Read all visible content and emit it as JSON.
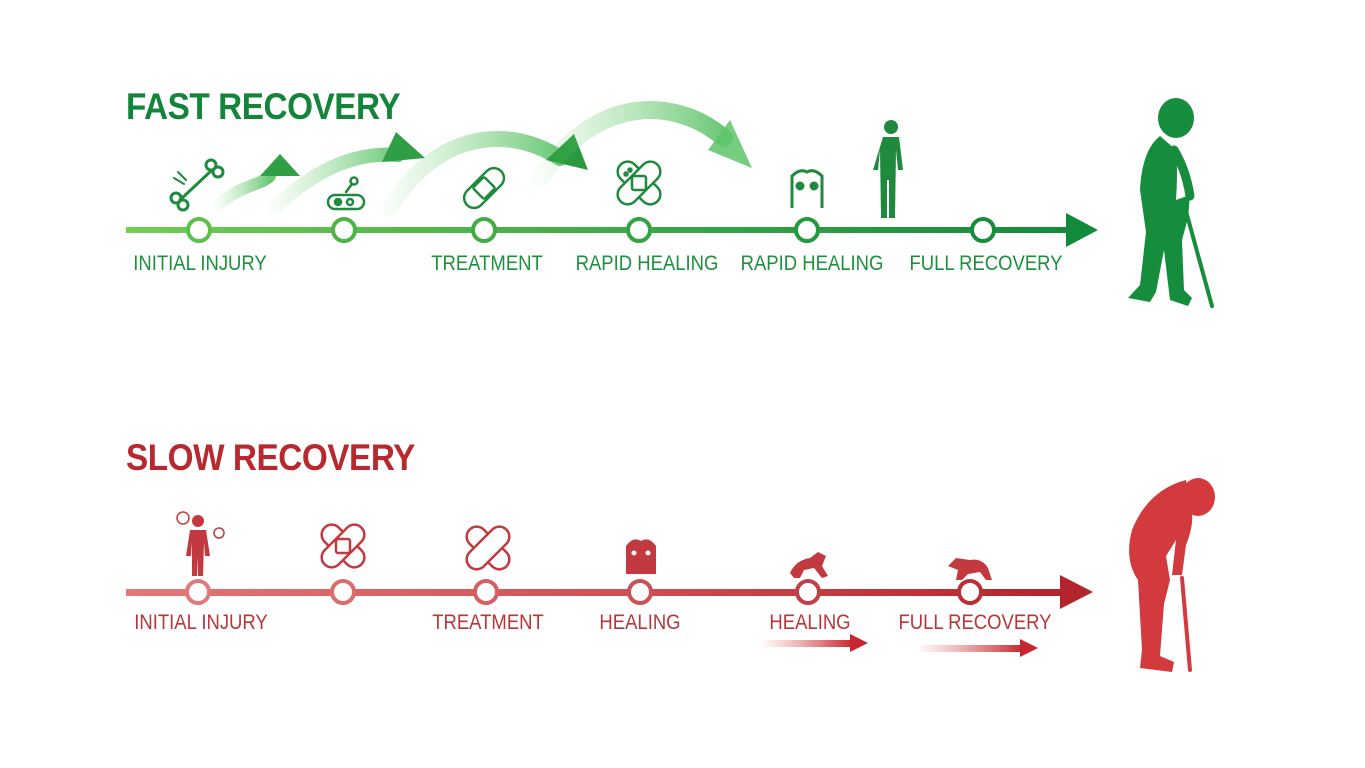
{
  "fast": {
    "title": "FAST RECOVERY",
    "color": "#1d8f3e",
    "stages": [
      {
        "label": "INITIAL INJURY",
        "icon": "broken-bone-icon"
      },
      {
        "label": "",
        "icon": "bone-bandage-icon"
      },
      {
        "label": "TREATMENT",
        "icon": "bandage-icon"
      },
      {
        "label": "RAPID HEALING",
        "icon": "crossed-bandages-icon"
      },
      {
        "label": "RAPID HEALING",
        "icon": "torso-icon"
      },
      {
        "label": "FULL RECOVERY",
        "icon": "standing-person-icon"
      }
    ],
    "end_figure": "person-with-cane-icon"
  },
  "slow": {
    "title": "SLOW RECOVERY",
    "color": "#b8363a",
    "stages": [
      {
        "label": "INITIAL INJURY",
        "icon": "confused-person-icon"
      },
      {
        "label": "",
        "icon": "crossed-bandages-icon"
      },
      {
        "label": "TREATMENT",
        "icon": "crossed-bandages-icon"
      },
      {
        "label": "HEALING",
        "icon": "torso-icon"
      },
      {
        "label": "HEALING",
        "icon": "crawling-animal-icon"
      },
      {
        "label": "FULL RECOVERY",
        "icon": "crawling-animal-icon"
      }
    ],
    "end_figure": "stooped-person-with-cane-icon"
  }
}
